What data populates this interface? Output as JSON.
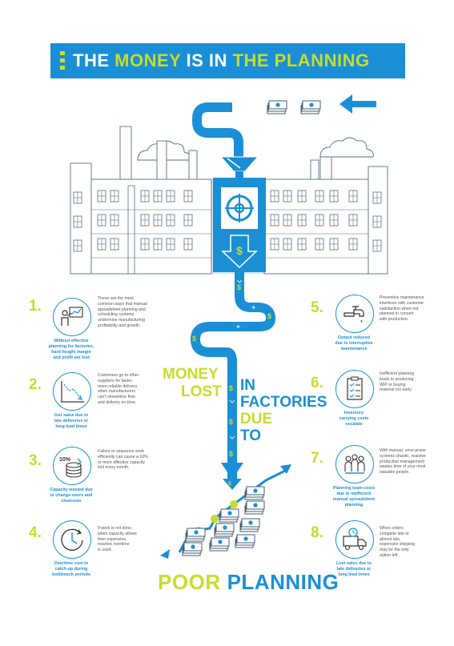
{
  "header": {
    "title_part1": "THE",
    "title_part2": "MONEY",
    "title_part3": "IS IN",
    "title_part4": "THE PLANNING"
  },
  "center": {
    "word_money": "MONEY",
    "word_lost": "LOST",
    "word_in": "IN",
    "word_factories": "FACTORIES",
    "word_due": "DUE",
    "word_to": "TO"
  },
  "footer": {
    "word_poor": "POOR",
    "word_planning": "PLANNING"
  },
  "points": [
    {
      "num": "1.",
      "icon": "presenter-chart-icon",
      "caption": "Without effective\nplanning for factories,\nhard-fought margin\nand profit are lost",
      "text": "These are the most\ncommon ways that manual\nspreadsheet planning and\nscheduling systems\nundermine manufacturing\nprofitability and growth."
    },
    {
      "num": "2.",
      "icon": "declining-chart-icon",
      "caption": "lost sales due to\nlate deliveries or\nlong lead times",
      "text": "Customers go to other\nsuppliers for faster,\nmore reliable delivery\nwhen manufacturers\ncan't streamline flow\nand delivery on-time."
    },
    {
      "num": "3.",
      "icon": "coin-stack-icon",
      "badge": "10%",
      "caption": "Capacity wasted due\nto change-overs and\ncleanouts",
      "text": "Failure to sequence work\nefficiently can cause a 10%\nor more effective capacity\nlost every month."
    },
    {
      "num": "4.",
      "icon": "clock-icon",
      "caption": "Overtime cost to\ncatch-up during\nbottleneck periods",
      "text": "If work is not done\nwhen capacity allows\nthen expensive,\nreactive overtime\nis used."
    },
    {
      "num": "5.",
      "icon": "faucet-icon",
      "caption": "Output reduced\ndue to interruptive\nmaintenance",
      "text": "Preventive maintenance\ninterferes with customer\nsatisfaction when not\nplanned in concert\nwith production."
    },
    {
      "num": "6.",
      "icon": "checklist-icon",
      "caption": "Inventory\ncarrying costs\nescalate",
      "text": "Inefficient planning\nleads to producing\nWIP or buying\nmaterial too early"
    },
    {
      "num": "7.",
      "icon": "team-icon",
      "caption": "Planning team costs\ndue to inefficient\nmanual spreadsheet\nplanning",
      "text": "With manual, error-prone\nsystems chaotic, reactive\nproduction management\nwastes time of your most\nvaluable people."
    },
    {
      "num": "8.",
      "icon": "delivery-truck-icon",
      "caption": "Lost sales due to\nlate deliveries or\nlong lead times",
      "text": "When orders\ncomplete late or\nalmost late,\nexpensive shipping\nmay be the only\noption left."
    }
  ],
  "colors": {
    "blue": "#1a8fd6",
    "lime": "#c8dc2a",
    "building": "#dbe8f6",
    "line": "#5a6e80"
  },
  "icons": {
    "money": "dollar-sign-icon",
    "cash": "cash-stack-icon",
    "safe": "vault-safe-icon",
    "arrow": "left-arrow-icon"
  }
}
